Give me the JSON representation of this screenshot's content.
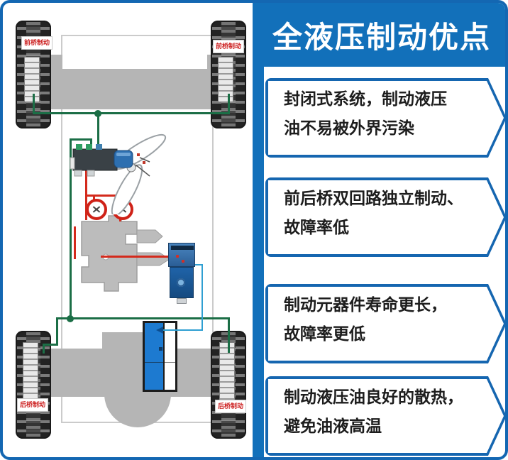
{
  "header": {
    "title": "全液压制动优点"
  },
  "callouts": [
    {
      "line1": "封闭式系统，制动液压",
      "line2": "油不易被外界污染"
    },
    {
      "line1": "前后桥双回路独立制动、",
      "line2": "故障率低"
    },
    {
      "line1": "制动元器件寿命更长，",
      "line2": "故障率更低"
    },
    {
      "line1": "制动液压油良好的散热，",
      "line2": "避免油液高温"
    }
  ],
  "diagram": {
    "wheel_labels": {
      "front_left": "前桥制动",
      "front_right": "前桥制动",
      "rear_left": "后桥制动",
      "rear_right": "后桥制动"
    },
    "colors": {
      "accent_blue": "#1270ba",
      "callout_border_blue": "#1566b0",
      "line_green": "#1b6e46",
      "line_red": "#d42a1c",
      "line_teal": "#2f9fd2",
      "tank_blue": "#1d7ad0",
      "axle_gray": "#b5b5b5"
    }
  }
}
